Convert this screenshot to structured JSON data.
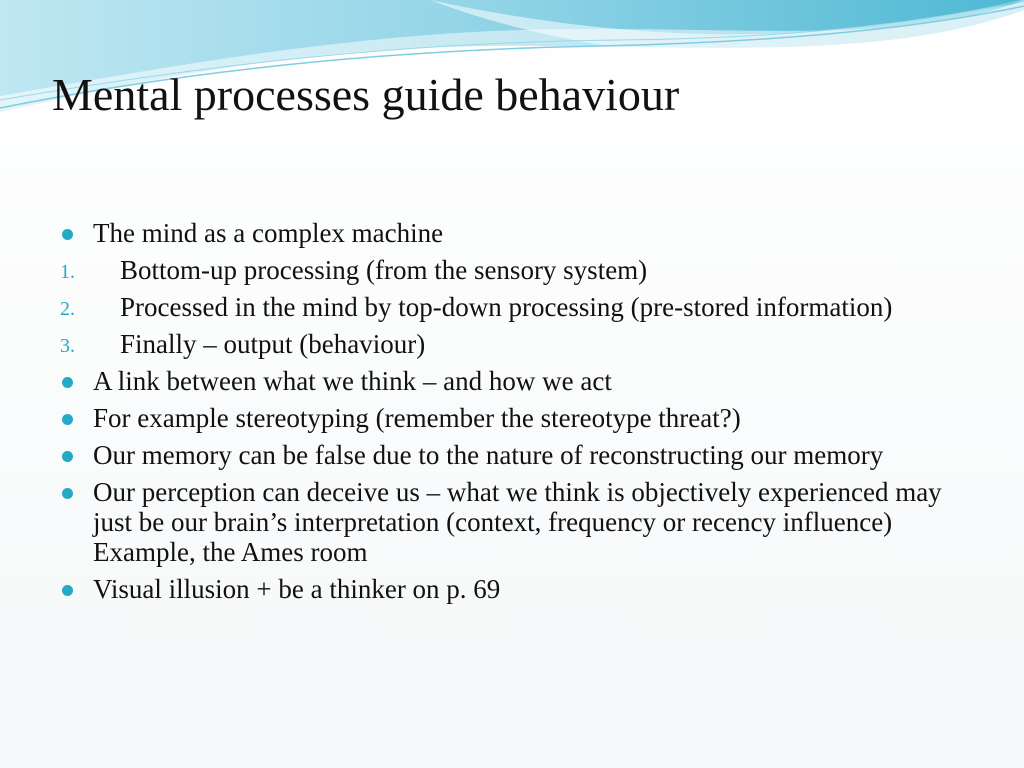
{
  "slide": {
    "title": "Mental processes guide behaviour",
    "accent_color": "#26a9c4",
    "items": [
      {
        "kind": "bullet",
        "text": "The mind as a complex machine"
      },
      {
        "kind": "numbered",
        "marker": "1.",
        "text": "Bottom-up processing (from the sensory system)"
      },
      {
        "kind": "numbered",
        "marker": "2.",
        "text": "Processed in the mind by top-down processing (pre-stored information)"
      },
      {
        "kind": "numbered",
        "marker": "3.",
        "text": "Finally – output (behaviour)"
      },
      {
        "kind": "bullet",
        "text": "A link between what we think – and how we act"
      },
      {
        "kind": "bullet",
        "text": "For example stereotyping (remember the stereotype threat?)"
      },
      {
        "kind": "bullet",
        "text": "Our memory can be false due to the nature of reconstructing our memory"
      },
      {
        "kind": "bullet",
        "text": "Our perception can deceive us – what we think is objectively experienced may just be our brain’s interpretation (context, frequency or recency influence) Example, the Ames room"
      },
      {
        "kind": "bullet",
        "text": "Visual illusion + be a thinker on p. 69"
      }
    ]
  }
}
